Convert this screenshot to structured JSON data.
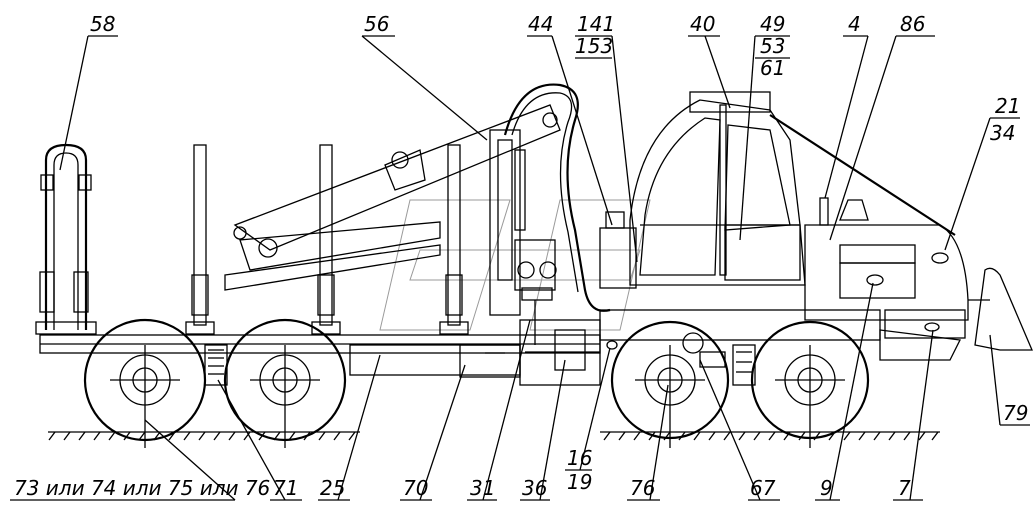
{
  "labels": {
    "l58": "58",
    "l56": "56",
    "l44": "44",
    "l141": "141",
    "l153": "153",
    "l40": "40",
    "l49": "49",
    "l53": "53",
    "l61": "61",
    "l4": "4",
    "l86": "86",
    "l21": "21",
    "l34": "34",
    "l79": "79",
    "l7": "7",
    "l9": "9",
    "l67": "67",
    "l76": "76",
    "l16": "16",
    "l19": "19",
    "l36": "36",
    "l31": "31",
    "l70": "70",
    "l25": "25",
    "l71": "71",
    "l73": "73 или 74 или 75 или 76"
  }
}
